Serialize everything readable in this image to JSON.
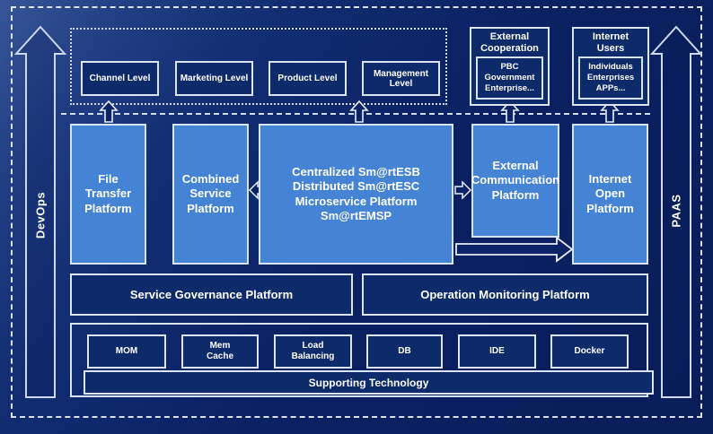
{
  "rails": {
    "devops": "DevOps",
    "paas": "PAAS"
  },
  "levels": {
    "items": [
      {
        "label": "Channel Level"
      },
      {
        "label": "Marketing Level"
      },
      {
        "label": "Product Level"
      },
      {
        "label": "Management Level"
      }
    ]
  },
  "external_cooperation": {
    "title": "External\nCooperation",
    "inner": "PBC Government\nEnterprise..."
  },
  "internet_users": {
    "title": "Internet Users",
    "inner": "Individuals\nEnterprises\nAPPs..."
  },
  "platforms": {
    "file_transfer": "File\nTransfer\nPlatform",
    "combined_service": "Combined\nService\nPlatform",
    "esb": "Centralized Sm@rtESB\nDistributed Sm@rtESC\nMicroservice Platform Sm@rtEMSP",
    "external_communication": "External\nCommunication\nPlatform",
    "internet_open": "Internet\nOpen\nPlatform"
  },
  "governance": {
    "service": "Service Governance Platform",
    "operation": "Operation Monitoring Platform"
  },
  "supporting": {
    "title": "Supporting Technology",
    "items": [
      {
        "label": "MOM"
      },
      {
        "label": "Mem\nCache"
      },
      {
        "label": "Load\nBalancing"
      },
      {
        "label": "DB"
      },
      {
        "label": "IDE"
      },
      {
        "label": "Docker"
      }
    ]
  },
  "colors": {
    "background": "#0a2162",
    "background_highlight": "#1c3d8a",
    "box_blue": "#4583d4",
    "box_dark": "#0d2a6b",
    "border_light": "#d9e4f2"
  }
}
